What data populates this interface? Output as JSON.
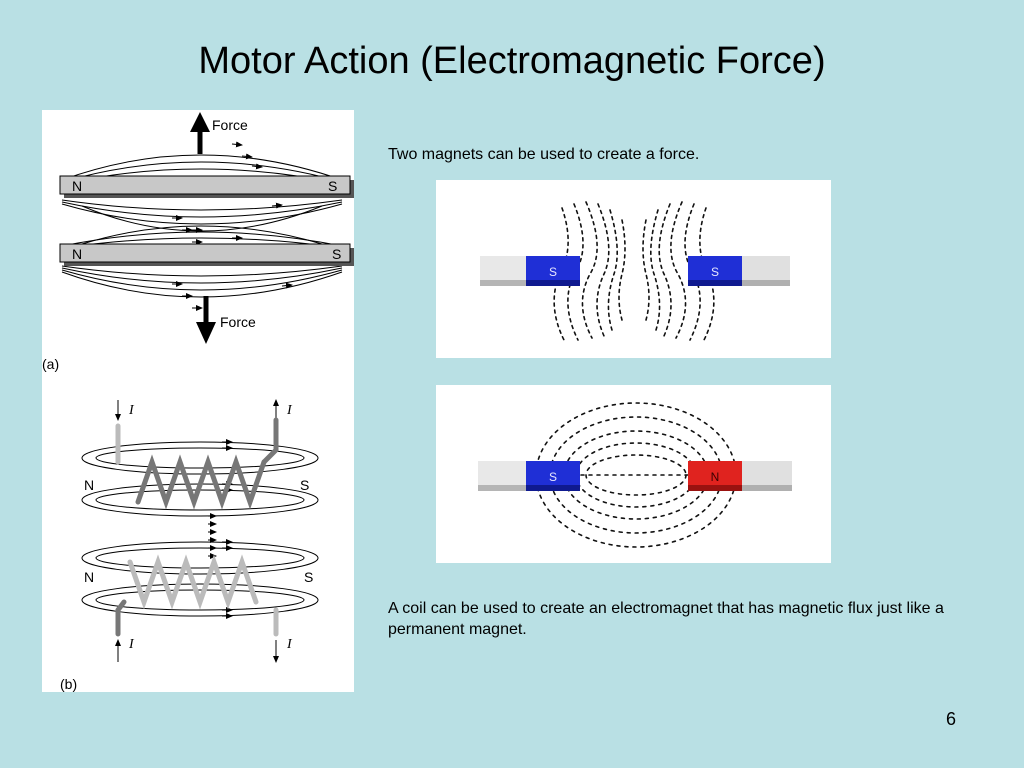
{
  "slide": {
    "title": "Motor Action (Electromagnetic Force)",
    "page_number": "6"
  },
  "figure_a": {
    "force_top": "Force",
    "force_bottom": "Force",
    "magnet1_north": "N",
    "magnet1_south": "S",
    "magnet2_north": "N",
    "magnet2_south": "S",
    "label": "(a)"
  },
  "figure_b": {
    "current_top_left": "I",
    "current_top_right": "I",
    "current_bottom_left": "I",
    "current_bottom_right": "I",
    "coil1_north": "N",
    "coil1_south": "S",
    "coil2_north": "N",
    "coil2_south": "S",
    "label": "(b)"
  },
  "right_panel": {
    "caption_top": "Two magnets can be used to create a force.",
    "caption_bottom": "A coil can be used to create an electromagnet that has magnetic flux just like a permanent magnet.",
    "photo1": {
      "left_magnet_label": "S",
      "right_magnet_label": "S"
    },
    "photo2": {
      "left_magnet_label": "S",
      "right_magnet_label": "N"
    }
  },
  "colors": {
    "background": "#b9e0e4",
    "south_blue": "#1f2fd6",
    "north_red": "#e0231f",
    "magnet_grey": "#bdbdbd"
  }
}
